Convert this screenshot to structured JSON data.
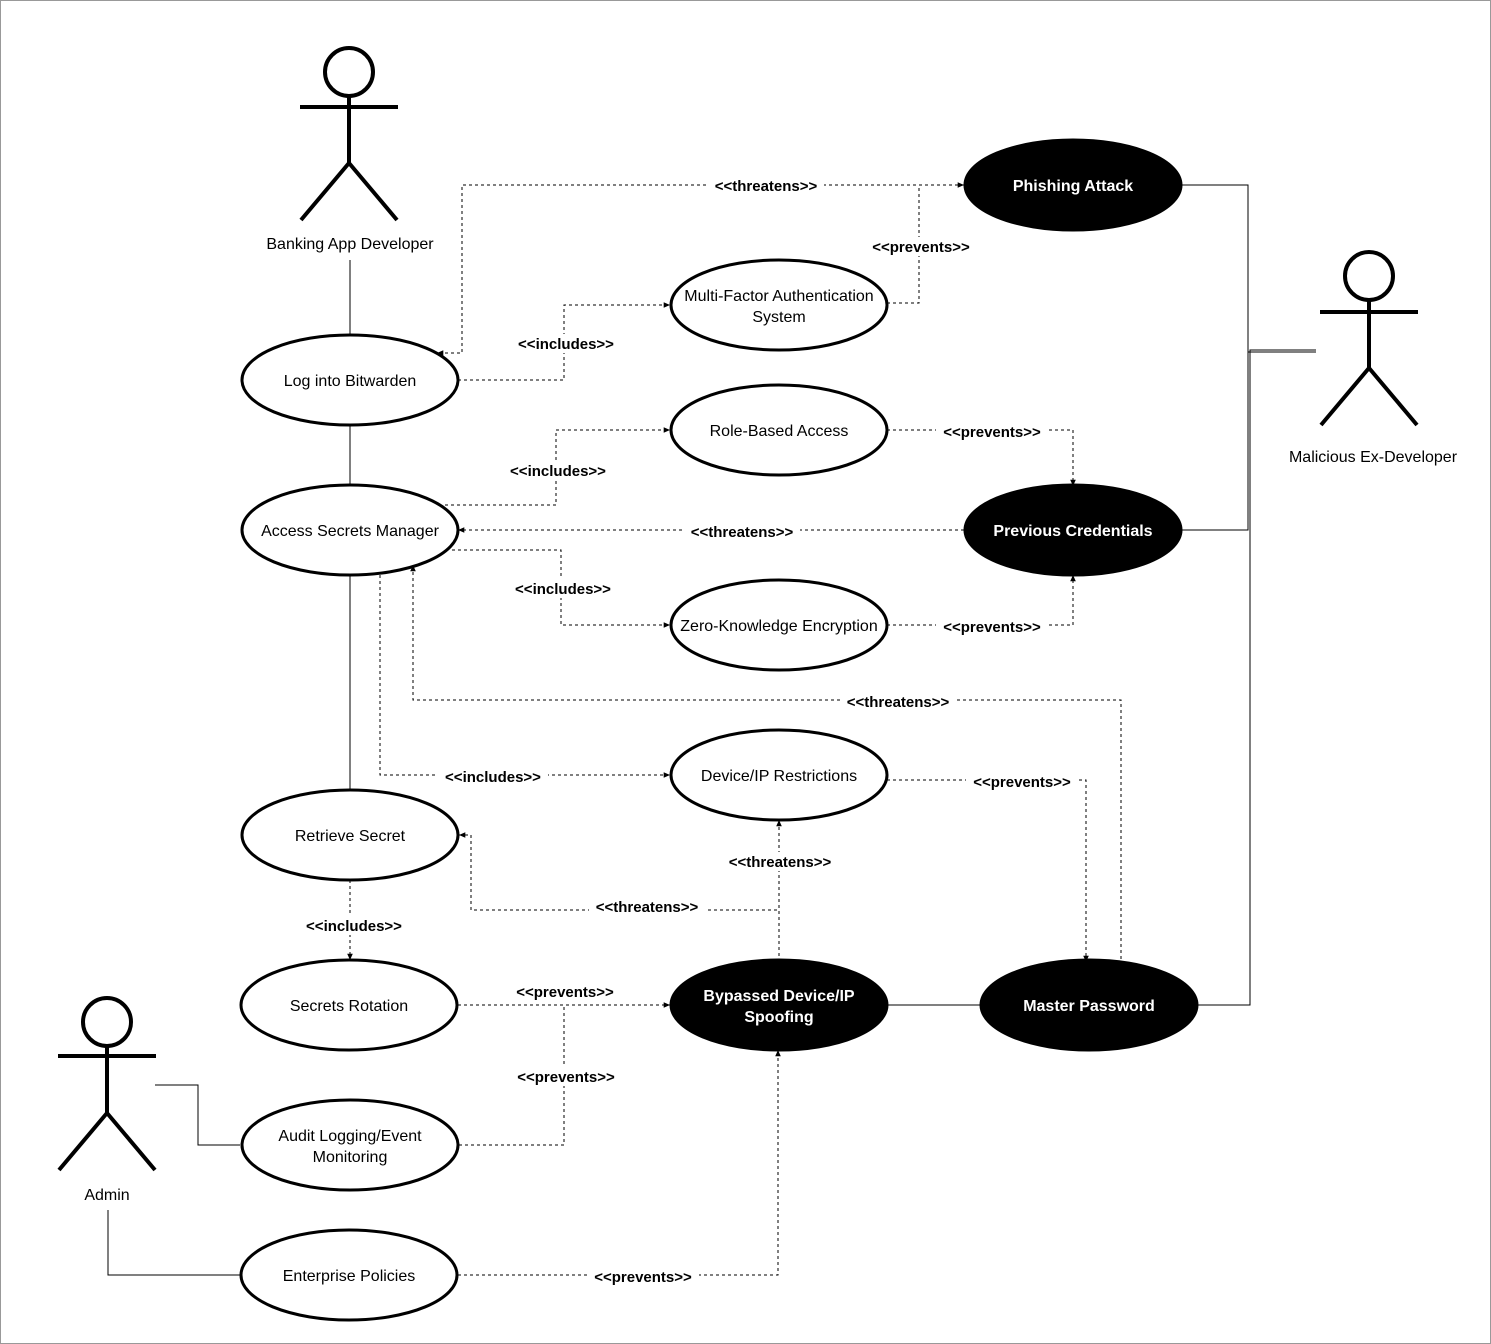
{
  "actors": {
    "banking_dev": "Banking App Developer",
    "malicious_ex_dev": "Malicious Ex-Developer",
    "admin": "Admin"
  },
  "use_cases": {
    "log_into_bitwarden": "Log into Bitwarden",
    "access_secrets_manager": "Access Secrets Manager",
    "retrieve_secret": "Retrieve Secret",
    "secrets_rotation": "Secrets Rotation",
    "audit_logging": [
      "Audit Logging/Event",
      "Monitoring"
    ],
    "enterprise_policies": "Enterprise Policies",
    "mfa_system": [
      "Multi-Factor Authentication",
      "System"
    ],
    "role_based_access": "Role-Based Access",
    "zero_knowledge": "Zero-Knowledge Encryption",
    "device_ip_restrictions": "Device/IP Restrictions"
  },
  "threats": {
    "phishing_attack": "Phishing Attack",
    "previous_credentials": "Previous Credentials",
    "bypassed_device": [
      "Bypassed Device/IP",
      "Spoofing"
    ],
    "master_password": "Master Password"
  },
  "stereotypes": {
    "threatens": "<<threatens>>",
    "prevents": "<<prevents>>",
    "includes": "<<includes>>"
  },
  "colors": {
    "threat_fill": "#000000",
    "use_case_fill": "#ffffff",
    "stroke": "#000000"
  }
}
